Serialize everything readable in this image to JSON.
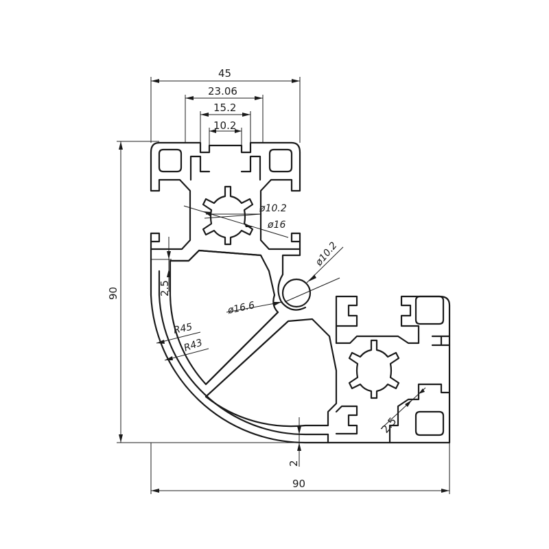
{
  "drawing": {
    "labels": {
      "top_width": "45",
      "slot_outer": "23.06",
      "slot_mid": "15.2",
      "slot_inner": "10.2",
      "height": "90",
      "bottom_width": "90",
      "bore_outer": "ø16",
      "bore_inner": "ø10.2",
      "bore_diag": "ø10.2",
      "web_circle": "ø16.6",
      "radius_outer": "R45",
      "radius_inner": "R43",
      "wall_left": "2.5",
      "wall_right": "2.5",
      "wall_bottom": "2"
    },
    "colors": {
      "line": "#1a1a1a",
      "background": "#ffffff"
    }
  }
}
